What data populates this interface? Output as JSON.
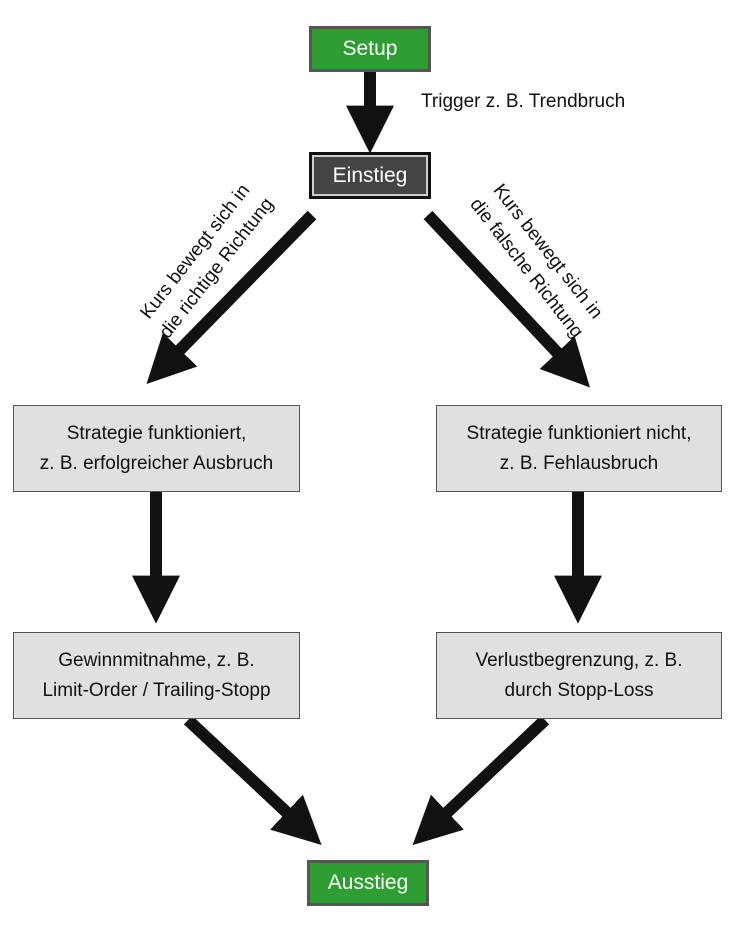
{
  "nodes": {
    "setup": "Setup",
    "einstieg": "Einstieg",
    "success": {
      "line1": "Strategie funktioniert,",
      "line2": "z. B. erfolgreicher Ausbruch"
    },
    "failure": {
      "line1": "Strategie funktioniert nicht,",
      "line2": "z. B. Fehlausbruch"
    },
    "profit": {
      "line1": "Gewinnmitnahme, z. B.",
      "line2": "Limit-Order / Trailing-Stopp"
    },
    "loss": {
      "line1": "Verlustbegrenzung, z. B.",
      "line2": "durch Stopp-Loss"
    },
    "ausstieg": "Ausstieg"
  },
  "edge_labels": {
    "trigger": "Trigger z. B. Trendbruch",
    "right_direction": {
      "line1": "Kurs bewegt sich in",
      "line2": "die richtige Richtung"
    },
    "wrong_direction": {
      "line1": "Kurs bewegt sich in",
      "line2": "die falsche Richtung"
    }
  },
  "colors": {
    "green_node": "#2e9e33",
    "dark_node": "#444444",
    "gray_node": "#e0e0e0",
    "arrow": "#111111"
  }
}
